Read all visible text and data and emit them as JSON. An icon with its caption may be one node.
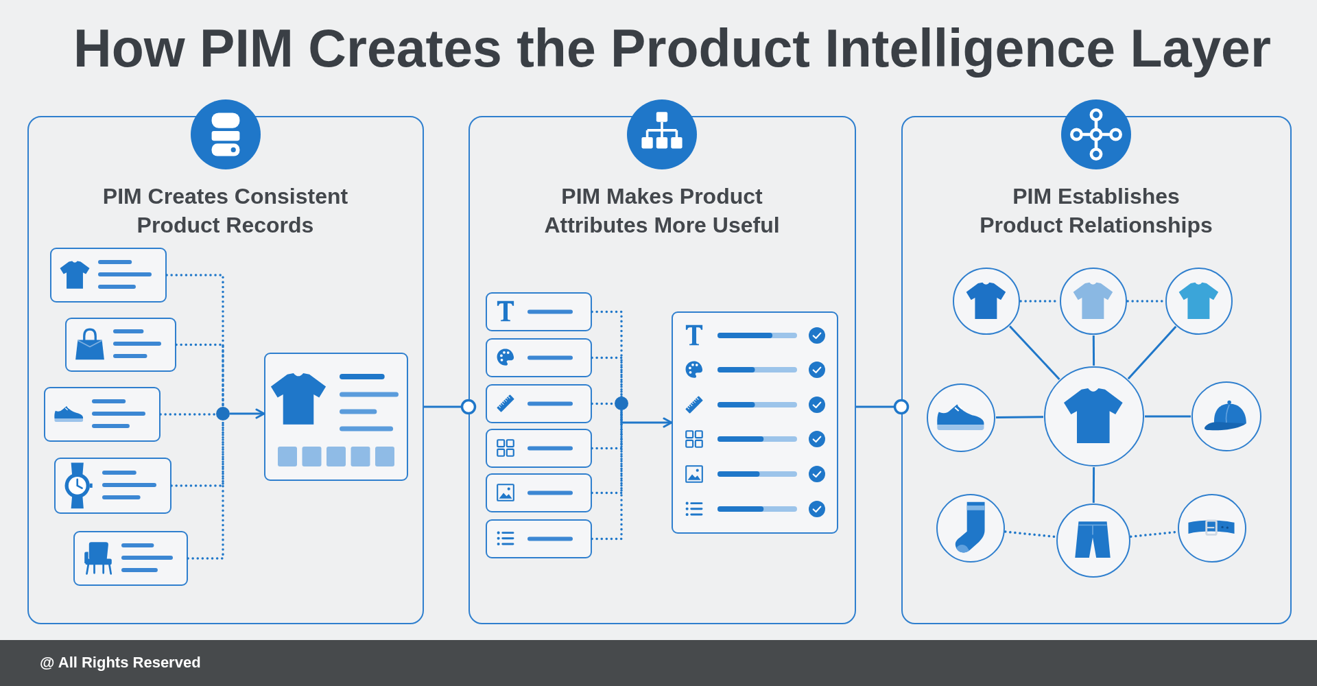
{
  "diagram": {
    "title": "How PIM Creates the Product Intelligence Layer",
    "nodes": [
      {
        "text": [
          "PIM Creates Consistent Product Records"
        ]
      },
      {
        "text": [],
        "shape": "box",
        "in": 0
      },
      {
        "text": [],
        "shape": "box",
        "in": 0
      },
      {
        "text": [],
        "shape": "box",
        "in": 0
      },
      {
        "text": [],
        "shape": "box",
        "in": 0
      },
      {
        "text": [],
        "shape": "box",
        "in": 0
      },
      {
        "text": [],
        "shape": "circle",
        "in": 0
      },
      {
        "text": [],
        "shape": "box",
        "in": 0
      },
      {
        "text": [
          "PIM Makes Product Attributes More Useful"
        ]
      },
      {
        "text": [],
        "shape": "box",
        "in": 8
      },
      {
        "text": [],
        "shape": "box",
        "in": 8
      },
      {
        "text": [],
        "shape": "box",
        "in": 8
      },
      {
        "text": [],
        "shape": "box",
        "in": 8
      },
      {
        "text": [],
        "shape": "box",
        "in": 8
      },
      {
        "text": [],
        "shape": "box",
        "in": 8
      },
      {
        "text": [],
        "shape": "circle",
        "in": 8
      },
      {
        "text": [],
        "shape": "box",
        "in": 8
      },
      {
        "text": [
          "PIM Establishes Product Relationships"
        ]
      },
      {
        "text": [],
        "shape": "circle",
        "in": 17
      },
      {
        "text": [],
        "shape": "circle",
        "in": 17
      },
      {
        "text": [],
        "shape": "circle",
        "in": 17
      },
      {
        "text": [],
        "shape": "circle",
        "in": 17
      },
      {
        "text": [],
        "shape": "circle",
        "in": 17
      },
      {
        "text": [],
        "shape": "circle",
        "in": 17
      },
      {
        "text": [],
        "shape": "circle",
        "in": 17
      },
      {
        "text": [],
        "shape": "circle",
        "in": 17
      },
      {
        "text": [],
        "shape": "circle",
        "in": 17
      }
    ],
    "edges": [
      {
        "from": 1,
        "to": 6,
        "arrow": "none",
        "style": "dashed"
      },
      {
        "from": 2,
        "to": 6,
        "arrow": "none",
        "style": "dashed"
      },
      {
        "from": 3,
        "to": 6,
        "arrow": "none",
        "style": "dashed"
      },
      {
        "from": 4,
        "to": 6,
        "arrow": "none",
        "style": "dashed"
      },
      {
        "from": 5,
        "to": 6,
        "arrow": "none",
        "style": "dashed"
      },
      {
        "from": 6,
        "to": 7,
        "arrow": "to"
      },
      {
        "from": 0,
        "to": 8,
        "arrow": "other"
      },
      {
        "from": 9,
        "to": 15,
        "arrow": "none",
        "style": "dashed"
      },
      {
        "from": 10,
        "to": 15,
        "arrow": "none",
        "style": "dashed"
      },
      {
        "from": 11,
        "to": 15,
        "arrow": "none",
        "style": "dashed"
      },
      {
        "from": 12,
        "to": 15,
        "arrow": "none",
        "style": "dashed"
      },
      {
        "from": 13,
        "to": 15,
        "arrow": "none",
        "style": "dashed"
      },
      {
        "from": 14,
        "to": 15,
        "arrow": "none",
        "style": "dashed"
      },
      {
        "from": 15,
        "to": 16,
        "arrow": "to"
      },
      {
        "from": 8,
        "to": 17,
        "arrow": "other"
      },
      {
        "from": 18,
        "to": 19,
        "arrow": "none",
        "style": "dashed"
      },
      {
        "from": 19,
        "to": 20,
        "arrow": "none",
        "style": "dashed"
      },
      {
        "from": 18,
        "to": 22,
        "arrow": "none"
      },
      {
        "from": 19,
        "to": 22,
        "arrow": "none"
      },
      {
        "from": 20,
        "to": 22,
        "arrow": "none"
      },
      {
        "from": 21,
        "to": 22,
        "arrow": "none"
      },
      {
        "from": 22,
        "to": 23,
        "arrow": "none"
      },
      {
        "from": 22,
        "to": 25,
        "arrow": "none"
      },
      {
        "from": 24,
        "to": 25,
        "arrow": "none",
        "style": "dashed"
      },
      {
        "from": 25,
        "to": 26,
        "arrow": "none",
        "style": "dashed"
      }
    ],
    "labels": [
      "@ All Rights Reserved"
    ]
  }
}
